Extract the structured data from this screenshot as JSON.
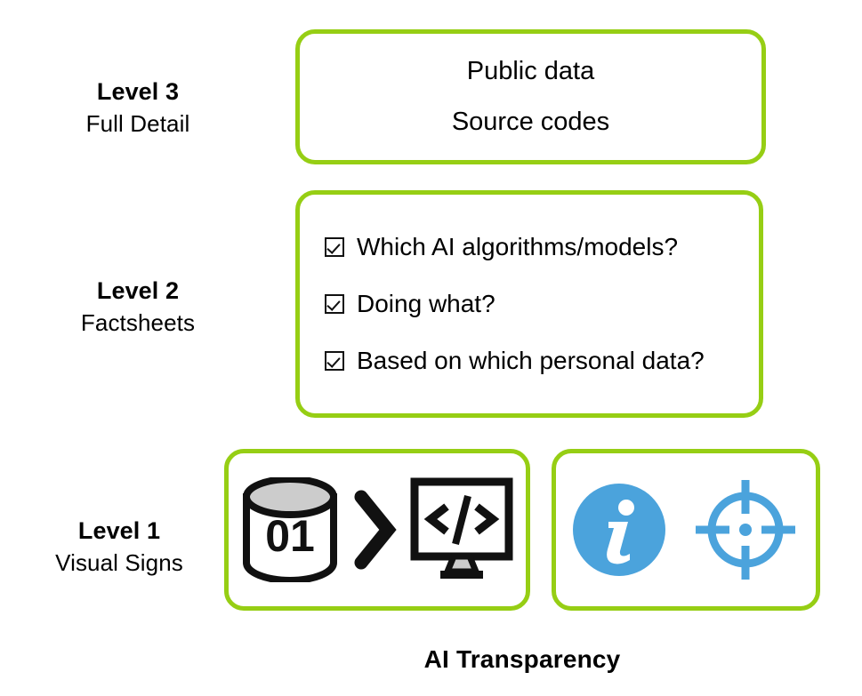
{
  "theme": {
    "background": "#ffffff",
    "accent_green": "#96ce14",
    "ink": "#000000",
    "icon_blue": "#4ba3dc",
    "icon_gray": "#cccccc"
  },
  "levels": [
    {
      "id": "level-3",
      "title": "Level 3",
      "subtitle": "Full Detail",
      "items": [
        "Public data",
        "Source codes"
      ]
    },
    {
      "id": "level-2",
      "title": "Level 2",
      "subtitle": "Factsheets",
      "items": [
        "Which AI algorithms/models?",
        "Doing what?",
        "Based on which personal data?"
      ],
      "checkbox_icon": "checked-checkbox-icon"
    },
    {
      "id": "level-1",
      "title": "Level 1",
      "subtitle": "Visual Signs",
      "icon_groups": [
        {
          "id": "data-to-code",
          "icons": [
            {
              "name": "database-cylinder-icon",
              "label": "01"
            },
            {
              "name": "chevron-right-icon",
              "label": ">"
            },
            {
              "name": "code-monitor-icon",
              "label": "</>"
            }
          ]
        },
        {
          "id": "info-and-target",
          "icons": [
            {
              "name": "info-circle-icon",
              "label": "i"
            },
            {
              "name": "crosshair-target-icon",
              "label": ""
            }
          ]
        }
      ]
    }
  ],
  "caption": "AI Transparency"
}
